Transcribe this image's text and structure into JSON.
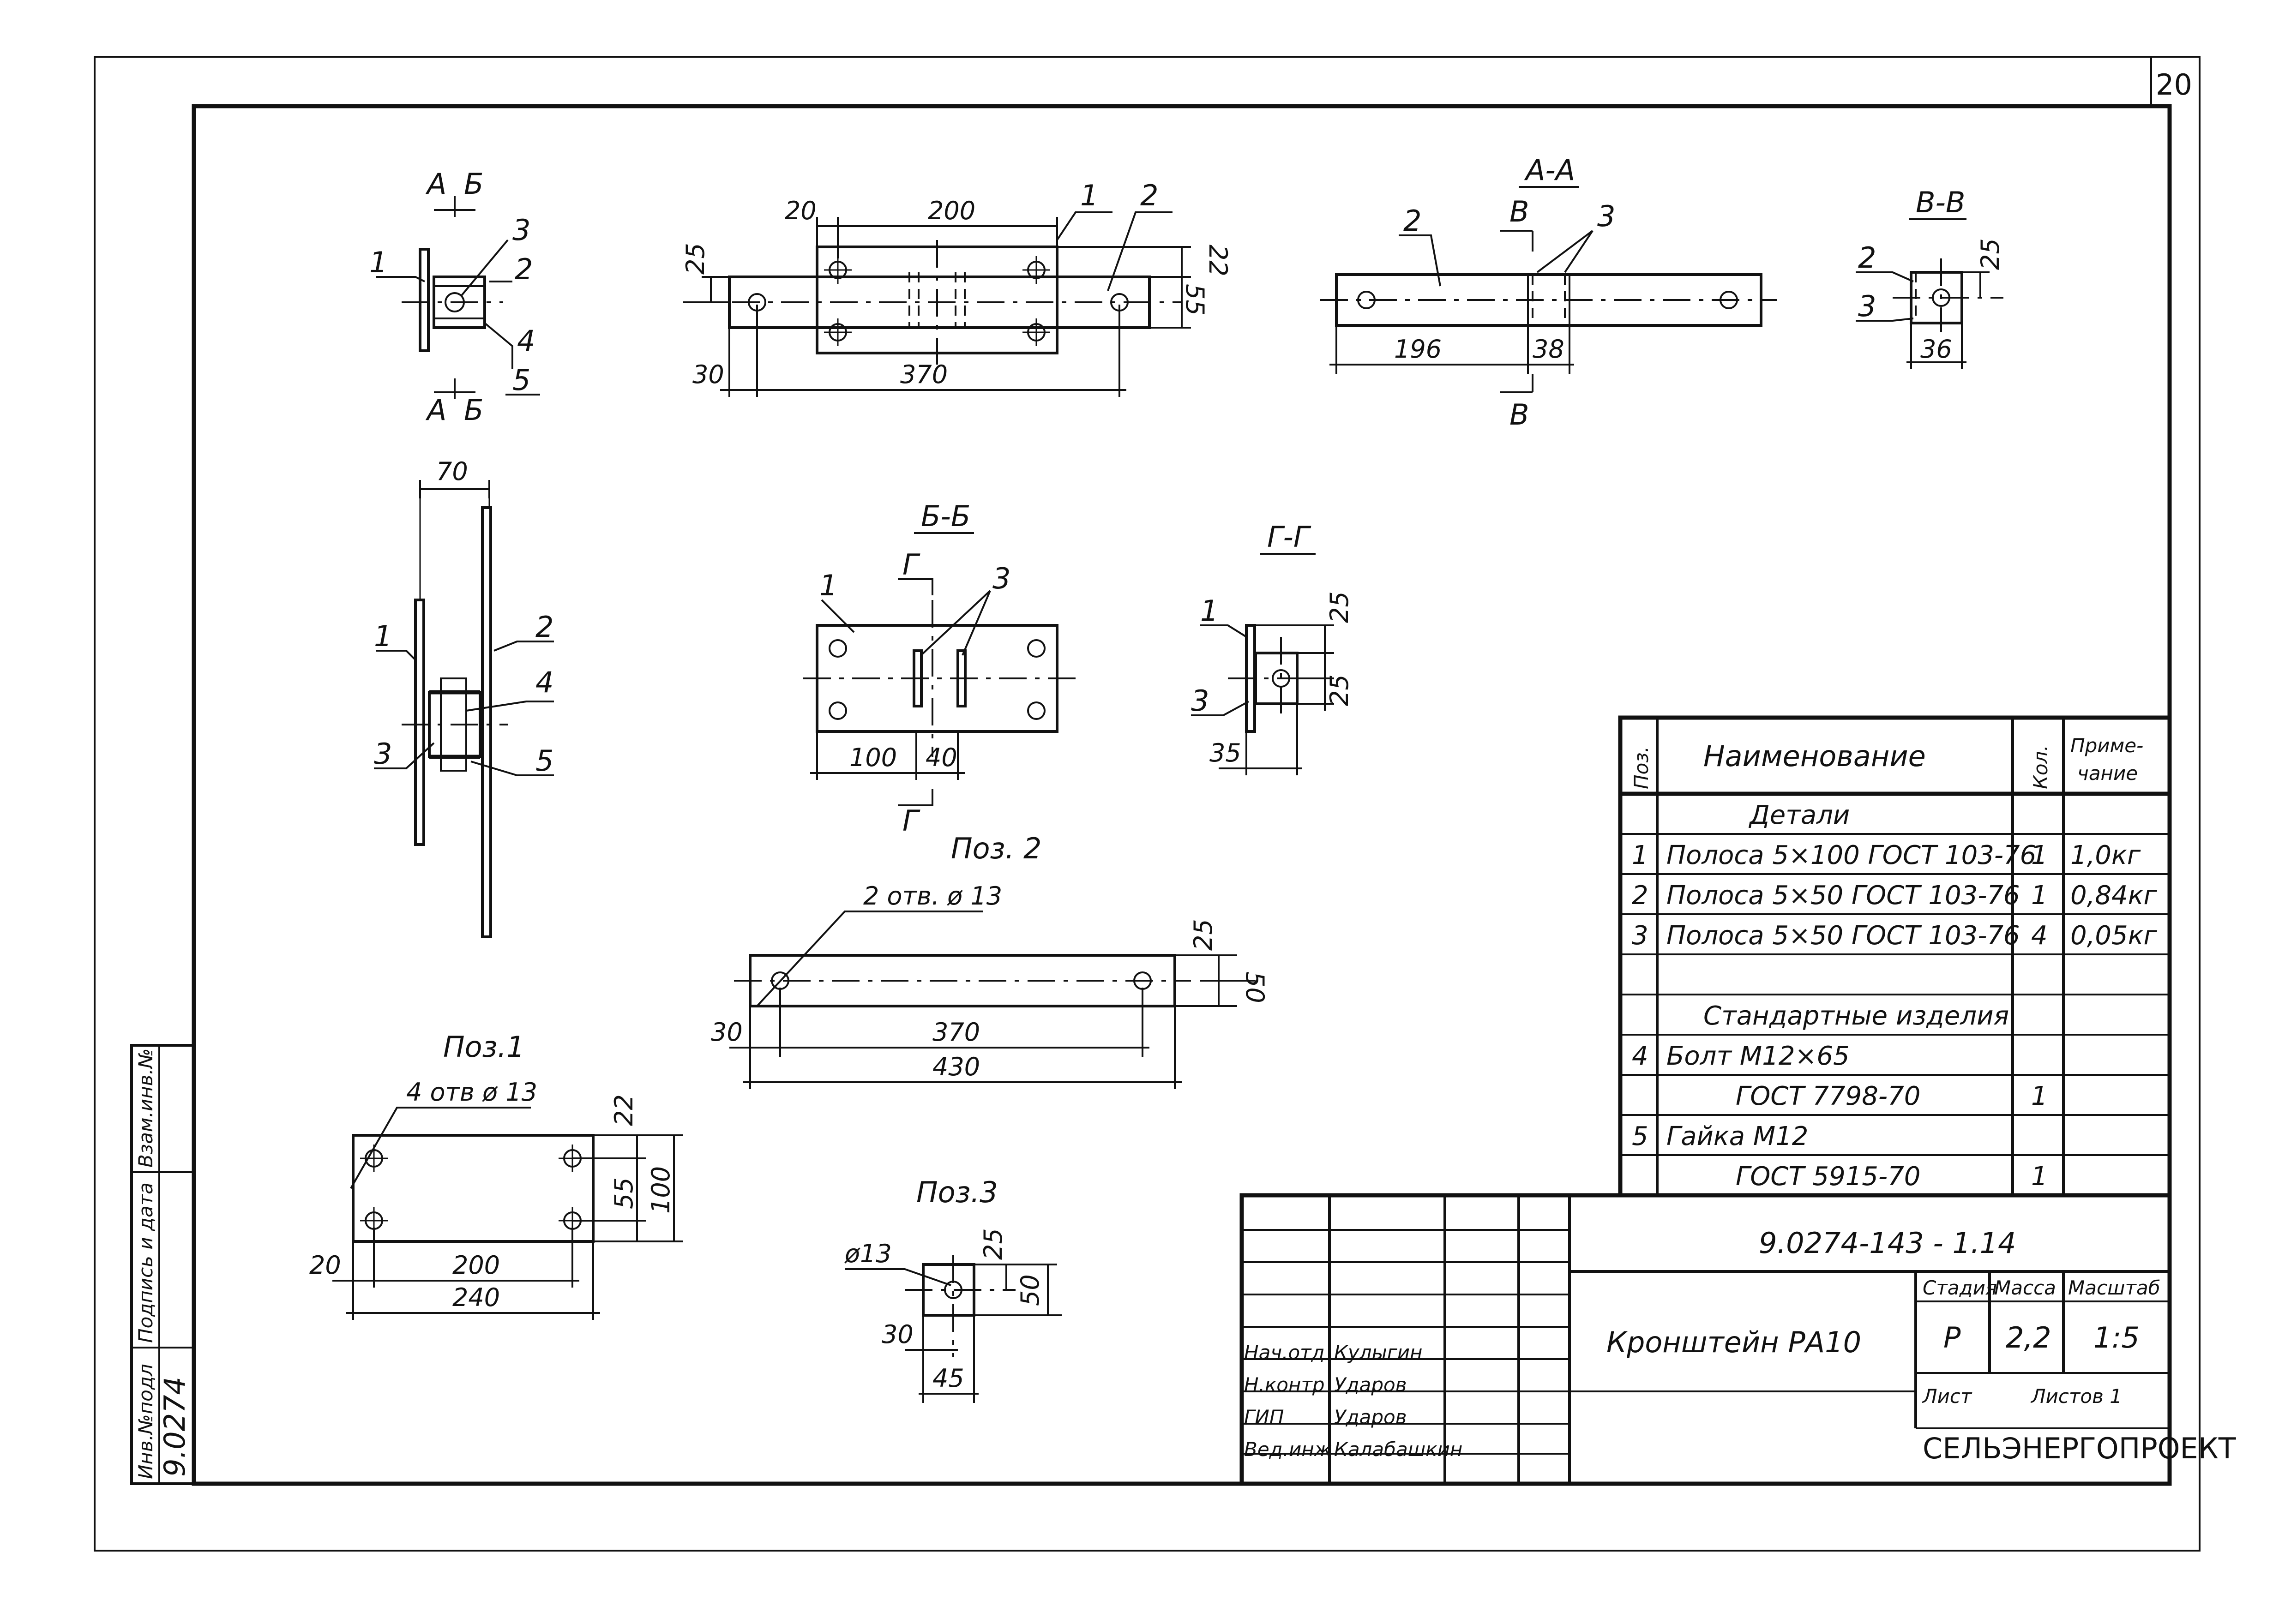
{
  "sheet_number": "20",
  "views": {
    "side": {
      "section_a": "А",
      "section_b": "Б",
      "pos": [
        "1",
        "2",
        "3",
        "4",
        "5"
      ]
    },
    "top": {
      "dims": [
        "20",
        "200",
        "25",
        "22",
        "55",
        "30",
        "370"
      ],
      "pos": [
        "1",
        "2"
      ]
    },
    "aa": {
      "title": "А-А",
      "section": "В",
      "pos": [
        "2",
        "3"
      ],
      "dims": [
        "196",
        "38"
      ]
    },
    "vv": {
      "title": "В-В",
      "pos": [
        "2",
        "3"
      ],
      "dims": [
        "25",
        "36"
      ]
    },
    "front": {
      "dims": [
        "70"
      ],
      "pos": [
        "1",
        "2",
        "3",
        "4",
        "5"
      ]
    },
    "bb": {
      "title": "Б-Б",
      "section": "Г",
      "pos": [
        "1",
        "3"
      ],
      "dims": [
        "100",
        "40"
      ]
    },
    "gg": {
      "title": "Г-Г",
      "pos": [
        "1",
        "3"
      ],
      "dims": [
        "25",
        "25",
        "35"
      ]
    },
    "pos1": {
      "title": "Поз.1",
      "holes": "4 отв ø 13",
      "dims": [
        "22",
        "55",
        "100",
        "20",
        "200",
        "240"
      ]
    },
    "pos2": {
      "title": "Поз. 2",
      "holes": "2 отв. ø 13",
      "dims": [
        "25",
        "50",
        "30",
        "370",
        "430"
      ]
    },
    "pos3": {
      "title": "Поз.3",
      "hole": "ø13",
      "dims": [
        "25",
        "50",
        "30",
        "45"
      ]
    }
  },
  "spec": {
    "headers": {
      "pos": "Поз.",
      "name": "Наименование",
      "qty": "Кол.",
      "note": "Приме-чание"
    },
    "rows": [
      {
        "pos": "",
        "name": "Детали",
        "qty": "",
        "note": ""
      },
      {
        "pos": "1",
        "name": "Полоса 5×100 ГОСТ 103-76",
        "qty": "1",
        "note": "1,0кг"
      },
      {
        "pos": "2",
        "name": "Полоса 5×50 ГОСТ 103-76",
        "qty": "1",
        "note": "0,84кг"
      },
      {
        "pos": "3",
        "name": "Полоса 5×50 ГОСТ 103-76",
        "qty": "4",
        "note": "0,05кг"
      },
      {
        "pos": "",
        "name": "",
        "qty": "",
        "note": ""
      },
      {
        "pos": "",
        "name": "Стандартные изделия",
        "qty": "",
        "note": ""
      },
      {
        "pos": "4",
        "name": "Болт М12×65",
        "qty": "",
        "note": ""
      },
      {
        "pos": "",
        "name": "ГОСТ 7798-70",
        "qty": "1",
        "note": ""
      },
      {
        "pos": "5",
        "name": "Гайка М12",
        "qty": "",
        "note": ""
      },
      {
        "pos": "",
        "name": "ГОСТ 5915-70",
        "qty": "1",
        "note": ""
      }
    ]
  },
  "titleblock": {
    "code": "9.0274-143 - 1.14",
    "name": "Кронштейн РА10",
    "stage_label": "Стадия",
    "mass_label": "Масса",
    "scale_label": "Масштаб",
    "stage": "Р",
    "mass": "2,2",
    "scale": "1:5",
    "sheet_label": "Лист",
    "sheets_label": "Листов 1",
    "org": "СЕЛЬЭНЕРГОПРОЕКТ",
    "people": [
      {
        "role": "Нач.отд",
        "name": "Кулыгин"
      },
      {
        "role": "Н.контр",
        "name": "Ударов"
      },
      {
        "role": "ГИП",
        "name": "Ударов"
      },
      {
        "role": "Вед.инж",
        "name": "Калабашкин"
      }
    ]
  },
  "side_stamp": {
    "inv": "Инв.№подл",
    "sign": "Подпись и дата",
    "vzam": "Взам.инв.№",
    "inv_value": "9.0274"
  }
}
